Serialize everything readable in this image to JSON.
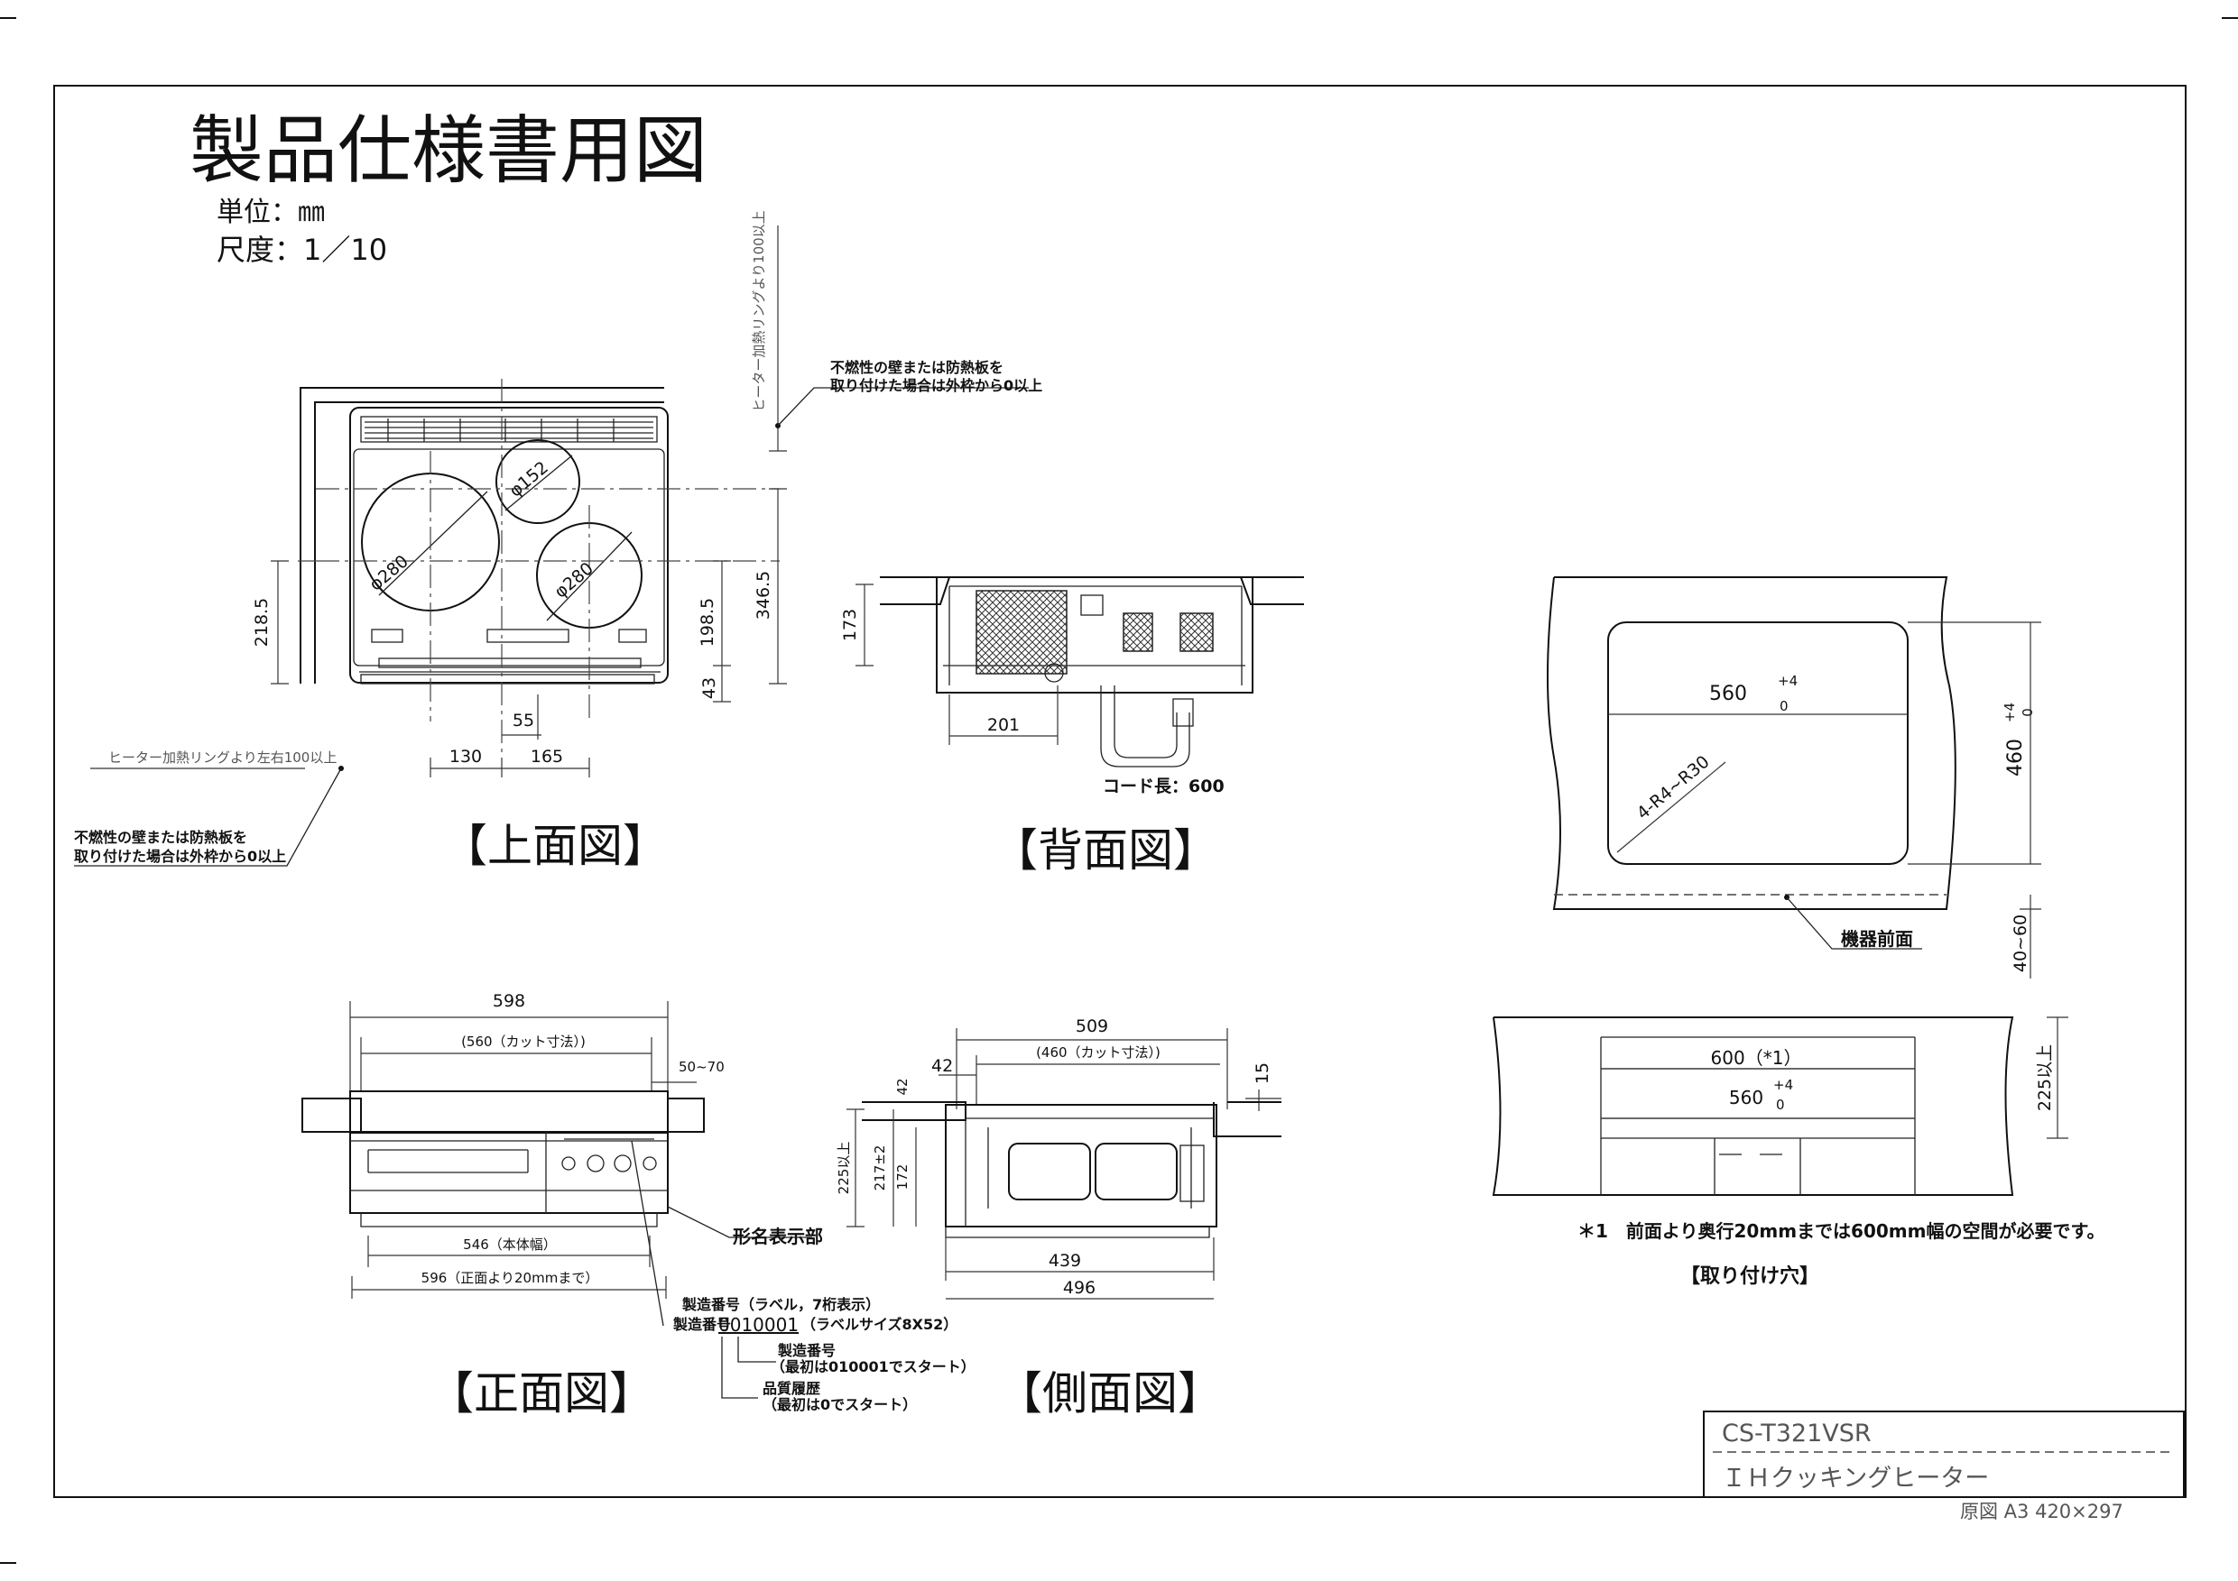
{
  "title": "製品仕様書用図",
  "unit": "単位：㎜",
  "scale": "尺度：1／10",
  "views": {
    "top": "【上面図】",
    "back": "【背面図】",
    "front": "【正面図】",
    "side": "【側面図】",
    "install": "【取り付け穴】"
  },
  "notes": {
    "wall_note_line1": "不燃性の壁または防熱板を",
    "wall_note_line2": "取り付けた場合は外枠から0以上",
    "heater_top_clearance": "ヒーター加熱リングより100以上",
    "heater_side_clearance": "ヒーター加熱リングより左右100以上",
    "cord_length": "コード長：600",
    "device_front": "機器前面",
    "model_label_area": "形名表示部",
    "serial_title": "製造番号（ラベル，7桁表示）",
    "serial_prefix": "製造番号",
    "serial_value": "0010001",
    "serial_label_size": "（ラベルサイズ8X52）",
    "serial_sub1_a": "製造番号",
    "serial_sub1_b": "（最初は010001でスタート）",
    "serial_sub2_a": "品質履歴",
    "serial_sub2_b": "（最初は0でスタート）",
    "footnote": "＊1　前面より奥行20mmまでは600mm幅の空間が必要です。"
  },
  "dims": {
    "top": {
      "d152": "φ152",
      "d280a": "φ280",
      "d280b": "φ280",
      "h2185": "218.5",
      "h1985": "198.5",
      "h3465": "346.5",
      "h43": "43",
      "w55": "55",
      "w130": "130",
      "w165": "165"
    },
    "back": {
      "h173": "173",
      "w201": "201"
    },
    "front": {
      "w598": "598",
      "w560": "(560（カット寸法）)",
      "w5070": "50~70",
      "w546": "546（本体幅）",
      "w596": "596（正面より20mmまで）"
    },
    "side": {
      "w509": "509",
      "w460": "(460（カット寸法）)",
      "w42": "42",
      "h42": "42",
      "h15": "15",
      "h225": "225以上",
      "h217": "217±2",
      "h172": "172",
      "w439": "439",
      "w496": "496"
    },
    "install": {
      "w560": "560",
      "tol_plus": "+4",
      "tol_zero": "0",
      "h460": "460",
      "radius": "4-R4~R30",
      "h4060": "40~60",
      "w600": "600（*1）",
      "w560b": "560",
      "h225": "225以上"
    }
  },
  "title_block": {
    "model": "CS-T321VSR",
    "product": "ＩＨクッキングヒーター",
    "paper": "原図 A3  420×297"
  }
}
